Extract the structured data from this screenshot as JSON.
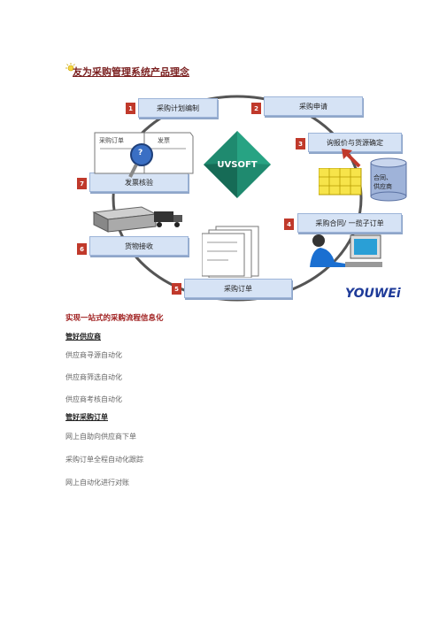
{
  "page_title": "友为采购管理系统产品理念",
  "diagram": {
    "center_logo": "UVSOFT",
    "steps": [
      {
        "num": "1",
        "label": "采购计划编制"
      },
      {
        "num": "2",
        "label": "采购申请"
      },
      {
        "num": "3",
        "label": "询报价与货源确定"
      },
      {
        "num": "4",
        "label": "采购合同/ 一揽子订单"
      },
      {
        "num": "5",
        "label": "采购订单"
      },
      {
        "num": "6",
        "label": "货物接收"
      },
      {
        "num": "7",
        "label": "发票核验"
      }
    ],
    "doc_label_1": "采购订单",
    "doc_label_2": "发票",
    "question_mark": "?",
    "db_label_1": "合同、",
    "db_label_2": "供应商",
    "brand": "YOUWEi"
  },
  "content": {
    "headline": "实现一站式的采购流程信息化",
    "section1_title": "管好供应商",
    "section1_items": [
      "供应商寻源自动化",
      "供应商筛选自动化",
      "供应商考核自动化"
    ],
    "section2_title": "管好采购订单",
    "section2_items": [
      "网上自助向供应商下单",
      "采购订单全程自动化跟踪",
      "网上自动化进行对账"
    ]
  }
}
